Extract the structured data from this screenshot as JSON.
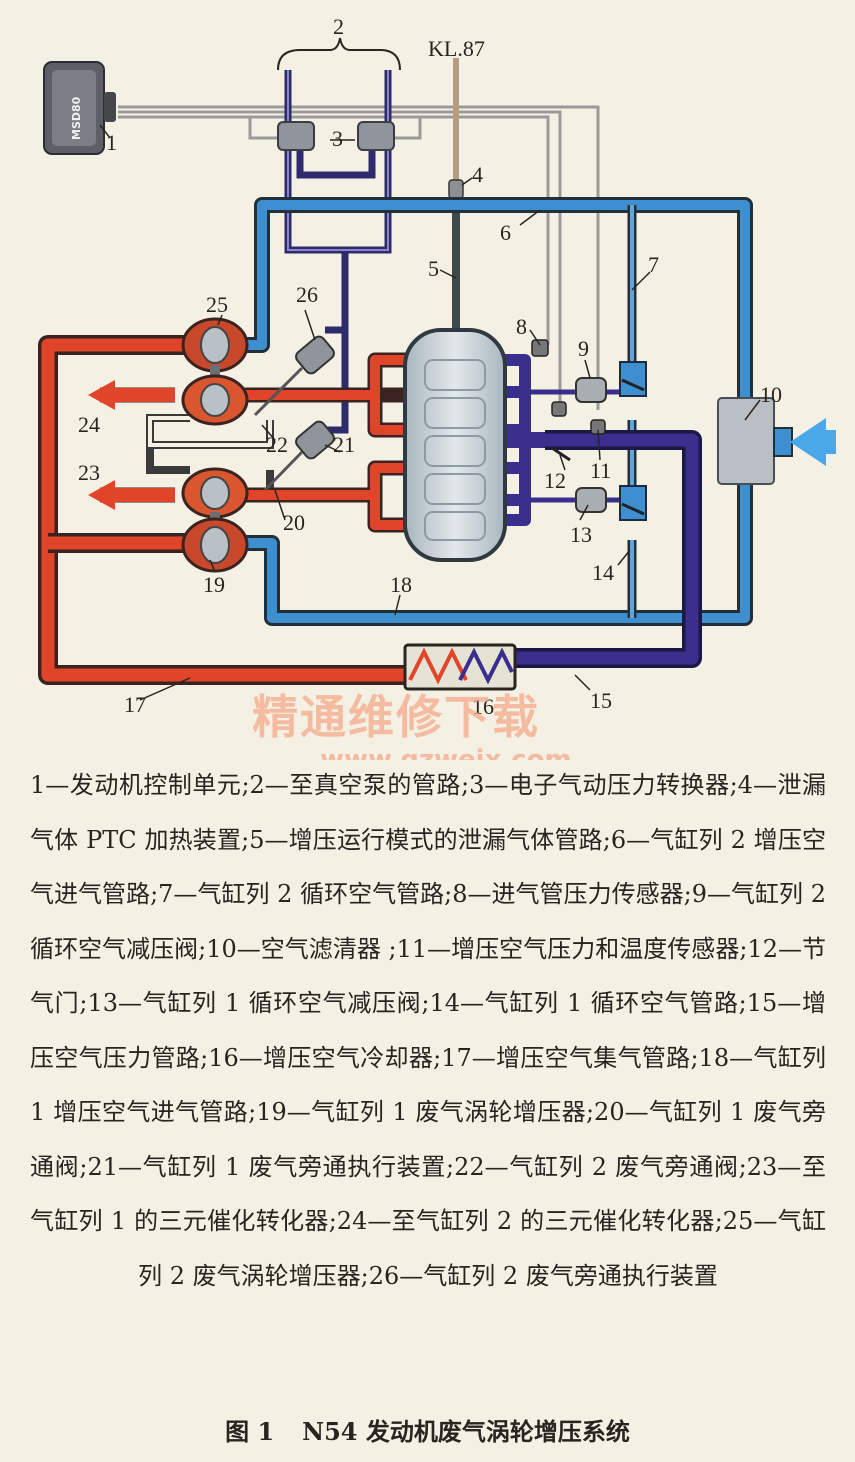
{
  "diagram": {
    "ecu_text": "MSD80",
    "kl87": "KL.87",
    "labels": [
      "1",
      "2",
      "3",
      "4",
      "5",
      "6",
      "7",
      "8",
      "9",
      "10",
      "11",
      "12",
      "13",
      "14",
      "15",
      "16",
      "17",
      "18",
      "19",
      "20",
      "21",
      "22",
      "23",
      "24",
      "25",
      "26"
    ],
    "colors": {
      "hot_exhaust": "#e0452a",
      "intake_cold": "#3e8fd0",
      "charge_air": "#3a2f8c",
      "vacuum_line": "#2d2a6e",
      "engine_block": "#c9d3d8",
      "background": "#f4f1e4",
      "air_inlet_arrow": "#4aa8e8"
    }
  },
  "watermark": {
    "text": "精通维修下载",
    "url": "www.gzweix.com"
  },
  "legend": {
    "text": "1—发动机控制单元;2—至真空泵的管路;3—电子气动压力转换器;4—泄漏气体 PTC 加热装置;5—增压运行模式的泄漏气体管路;6—气缸列 2 增压空气进气管路;7—气缸列 2 循环空气管路;8—进气管压力传感器;9—气缸列 2 循环空气减压阀;10—空气滤清器 ;11—增压空气压力和温度传感器;12—节气门;13—气缸列 1 循环空气减压阀;14—气缸列 1 循环空气管路;15—增压空气压力管路;16—增压空气冷却器;17—增压空气集气管路;18—气缸列 1 增压空气进气管路;19—气缸列 1 废气涡轮增压器;20—气缸列 1 废气旁通阀;21—气缸列 1 废气旁通执行装置;22—气缸列 2 废气旁通阀;23—至气缸列 1 的三元催化转化器;24—至气缸列 2 的三元催化转化器;25—气缸列 2 废气涡轮增压器;26—气缸列 2 废气旁通执行装置"
  },
  "caption": {
    "fig_no": "图 1",
    "title": "N54 发动机废气涡轮增压系统"
  }
}
